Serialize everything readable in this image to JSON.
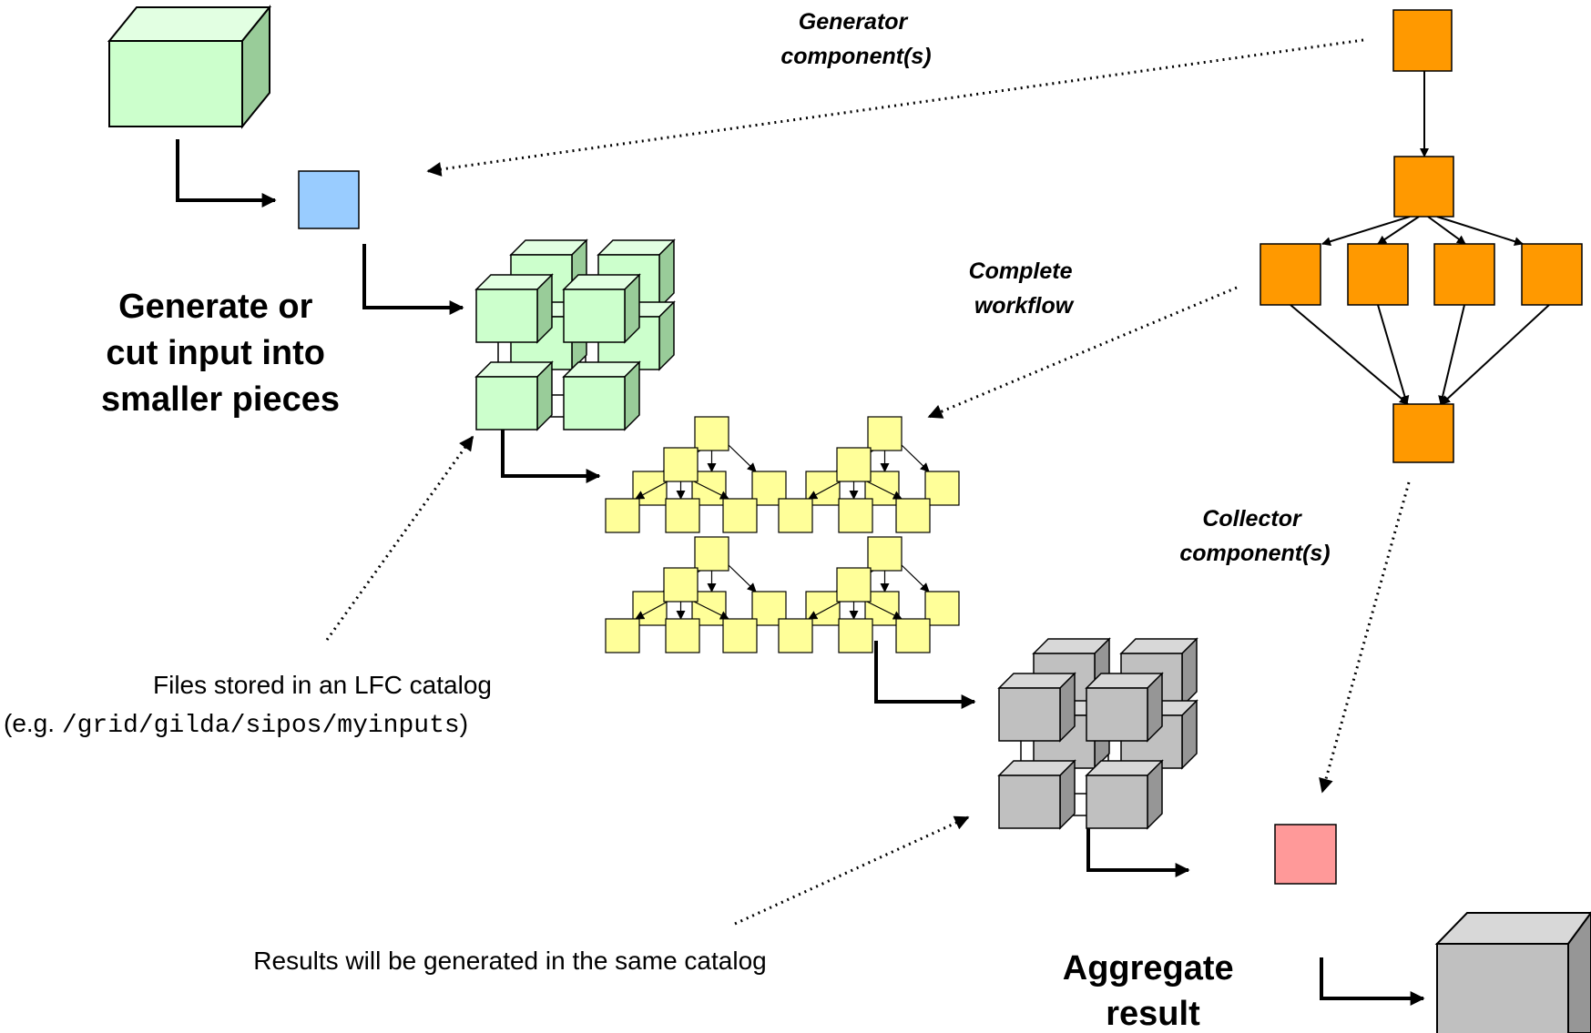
{
  "labels": {
    "generator": [
      "Generator",
      "component(s)"
    ],
    "complete_workflow": [
      "Complete",
      "workflow"
    ],
    "collector": [
      "Collector",
      "component(s)"
    ],
    "generate": [
      "Generate or",
      "cut input into",
      "smaller pieces"
    ],
    "aggregate": [
      "Aggregate",
      "result"
    ],
    "files_line1": "Files stored in an LFC catalog",
    "files_prefix": "(e.g. ",
    "files_path": "/grid/gilda/sipos/myinputs",
    "files_suffix": ")",
    "results": "Results will be generated in the same catalog"
  },
  "colors": {
    "green_front": "#CCFFCC",
    "green_top": "#E2FFE2",
    "green_side": "#99CC99",
    "blue": "#99CCFF",
    "yellow": "#FFFF99",
    "orange": "#FF9900",
    "gray_front": "#C0C0C0",
    "gray_top": "#D8D8D8",
    "gray_side": "#969696",
    "pink": "#FF9999"
  },
  "icons": {
    "arrow": "elbow-arrow-icon",
    "pointer": "dotted-pointer-icon"
  }
}
